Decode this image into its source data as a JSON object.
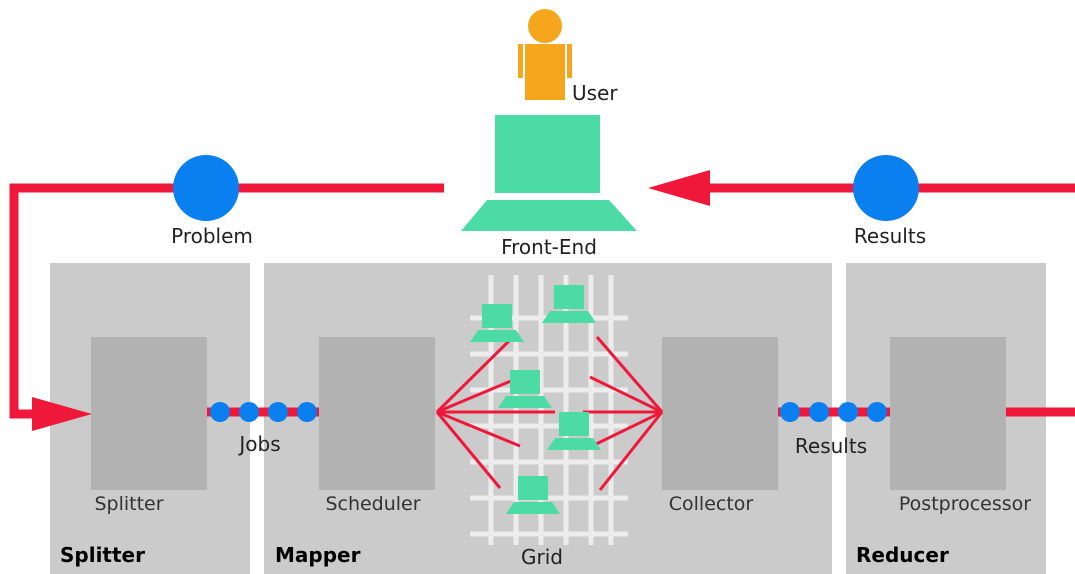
{
  "labels": {
    "user": "User",
    "front_end": "Front-End",
    "problem": "Problem",
    "results_top": "Results",
    "jobs": "Jobs",
    "results_bottom": "Results",
    "grid": "Grid"
  },
  "stages": {
    "splitter": {
      "title": "Splitter",
      "component": "Splitter"
    },
    "mapper": {
      "title": "Mapper",
      "component_left": "Scheduler",
      "component_right": "Collector"
    },
    "reducer": {
      "title": "Reducer",
      "component": "Postprocessor"
    }
  },
  "colors": {
    "flow": "#f0183a",
    "token": "#0a7ff0",
    "computer": "#4cdba4",
    "user": "#f5a61c",
    "stage_bg": "#cbcbcb",
    "component": "#b2b2b2",
    "grid_line": "#ececec"
  }
}
